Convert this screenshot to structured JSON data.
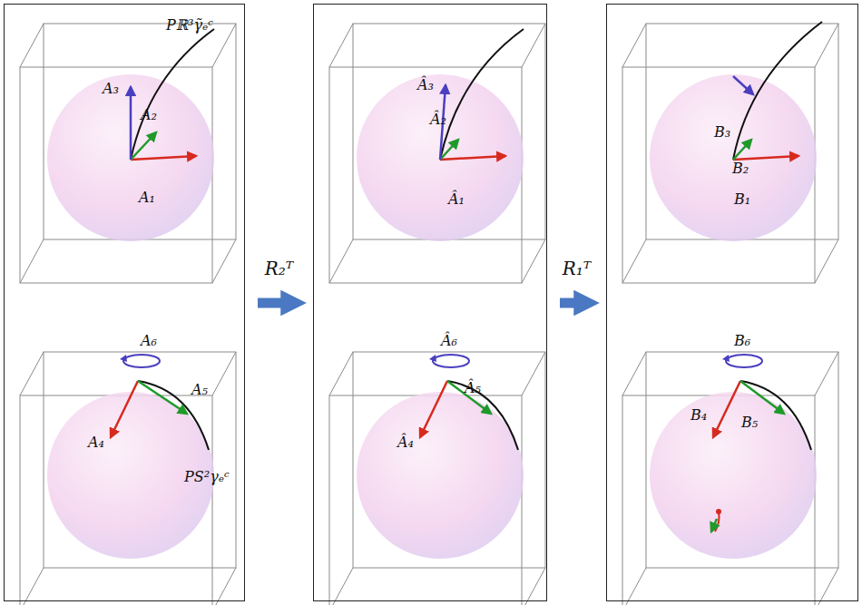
{
  "diagram": {
    "nodes": [
      {
        "text": [
          "Pℝ³γ̃ₑᶜ",
          "A₃",
          "A₂",
          "A₁",
          "A₆",
          "A₅",
          "A₄",
          "PS²γₑᶜ"
        ]
      },
      {
        "text": [
          "Â₃",
          "Â₂",
          "Â₁",
          "Â₆",
          "Â₅",
          "Â₄"
        ]
      },
      {
        "text": [
          "B₃",
          "B₂",
          "B₁",
          "B₆",
          "B₅",
          "B₄"
        ]
      }
    ],
    "edges": [
      {
        "from": 0,
        "to": 1,
        "label": "R₂ᵀ",
        "arrow": "to"
      },
      {
        "from": 1,
        "to": 2,
        "label": "R₁ᵀ",
        "arrow": "to"
      }
    ]
  }
}
